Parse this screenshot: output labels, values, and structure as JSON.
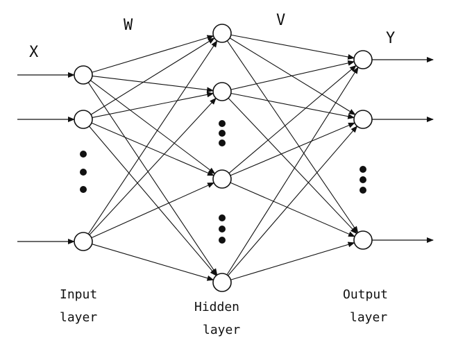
{
  "symbols": {
    "input": "X",
    "weights_in": "W",
    "weights_out": "V",
    "output": "Y"
  },
  "layers": {
    "input": [
      "Input",
      "layer"
    ],
    "hidden": [
      "Hidden",
      "layer"
    ],
    "output": [
      "Output",
      "layer"
    ]
  }
}
